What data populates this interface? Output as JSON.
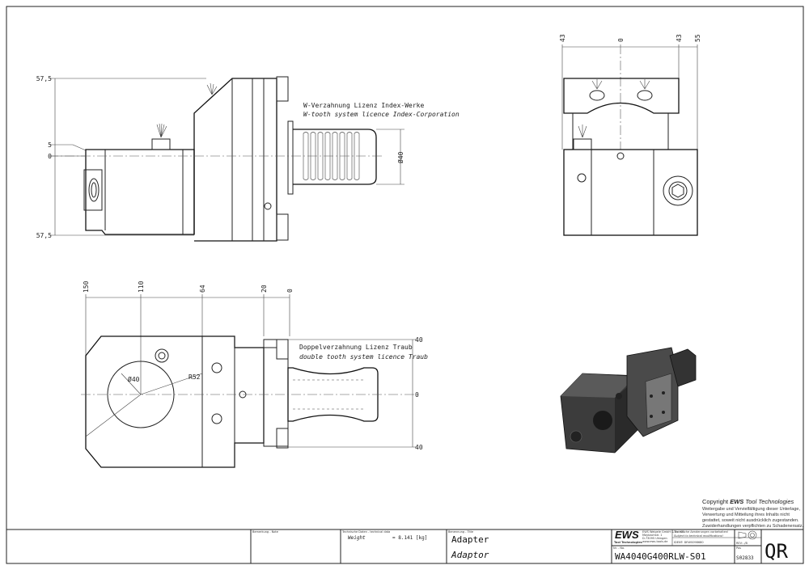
{
  "side_view": {
    "dims_left": [
      "57,5",
      "5",
      "0",
      "57,5"
    ],
    "diameter": "Ø40",
    "note_de": "W-Verzahnung Lizenz Index-Werke",
    "note_en": "W-tooth system licence Index-Corporation"
  },
  "front_view": {
    "dims_top": [
      "43",
      "0",
      "43",
      "55"
    ]
  },
  "top_view": {
    "dims_top": [
      "150",
      "110",
      "64",
      "20",
      "0"
    ],
    "dims_right": [
      "40",
      "0",
      "40"
    ],
    "bore_diameter": "Ø40",
    "radius": "R52",
    "note_de": "Doppelverzahnung Lizenz Traub",
    "note_en": "double tooth system licence Traub"
  },
  "copyright": {
    "title_prefix": "Copyright ",
    "brand": "EWS",
    "title_suffix": " Tool Technologies",
    "lines": [
      "Weitergabe und Vervielfältigung dieser Unterlage,",
      "Verwertung und Mitteilung ihres Inhalts nicht",
      "gestattet, soweit nicht ausdrücklich zugestanden.",
      "Zuwiderhandlungen verpflichten zu Schadenersatz."
    ]
  },
  "title_block": {
    "remark_label": "Bemerkung - Note",
    "tech_label": "Technische Daten - technical data",
    "weight_label": "Weight",
    "weight_value": "= 8.141 [kg]",
    "name_label": "Benennung - Title",
    "title_de": "Adapter",
    "title_en": "Adaptor",
    "logo": "EWS",
    "logo_sub": "Tool Technologies",
    "company_lines": [
      "EWS Weigele GmbH & Co. KG",
      "Maybachstr. 1",
      "D-73095 Uhingen",
      "www.ews-tools.de"
    ],
    "change_de": "Technische Aenderungen vorbehalten!",
    "change_en": "Subject to technical modifications!",
    "ident": "IDENT: DEWS098680",
    "rev": "REV: -/B",
    "nr_label": "Nr. - No.",
    "part_number": "WA4040G400RLW-S01",
    "page_label": "Pos",
    "drawing_no": "S02833",
    "qr": "QR"
  }
}
